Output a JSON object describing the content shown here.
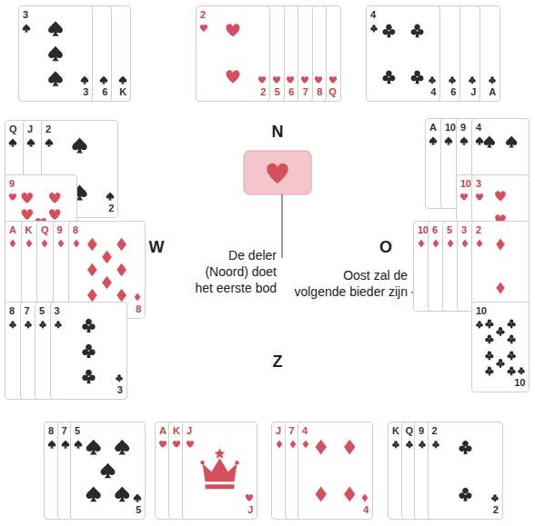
{
  "diagram": {
    "nodes": [
      {
        "text": [
          "3",
          "3"
        ]
      },
      {
        "text": [
          "6"
        ]
      },
      {
        "text": [
          "K"
        ]
      },
      {
        "text": [
          "2",
          "2"
        ]
      },
      {
        "text": [
          "5"
        ]
      },
      {
        "text": [
          "6"
        ]
      },
      {
        "text": [
          "7"
        ]
      },
      {
        "text": [
          "8"
        ]
      },
      {
        "text": [
          "Q"
        ]
      },
      {
        "text": [
          "4",
          "4"
        ]
      },
      {
        "text": [
          "6"
        ]
      },
      {
        "text": [
          "J"
        ]
      },
      {
        "text": [
          "A"
        ]
      },
      {
        "text": [
          "Q"
        ]
      },
      {
        "text": [
          "J"
        ]
      },
      {
        "text": [
          "2",
          "2"
        ]
      },
      {
        "text": [
          "9"
        ]
      },
      {
        "text": [
          "A"
        ]
      },
      {
        "text": [
          "K"
        ]
      },
      {
        "text": [
          "Q"
        ]
      },
      {
        "text": [
          "9"
        ]
      },
      {
        "text": [
          "8",
          "8"
        ]
      },
      {
        "text": [
          "8"
        ]
      },
      {
        "text": [
          "7"
        ]
      },
      {
        "text": [
          "5"
        ]
      },
      {
        "text": [
          "3",
          "3"
        ]
      },
      {
        "text": [
          "A"
        ]
      },
      {
        "text": [
          "10"
        ]
      },
      {
        "text": [
          "9"
        ]
      },
      {
        "text": [
          "4"
        ]
      },
      {
        "text": [
          "10"
        ]
      },
      {
        "text": [
          "3"
        ]
      },
      {
        "text": [
          "10"
        ]
      },
      {
        "text": [
          "6"
        ]
      },
      {
        "text": [
          "5"
        ]
      },
      {
        "text": [
          "3"
        ]
      },
      {
        "text": [
          "2"
        ]
      },
      {
        "text": [
          "10",
          "10"
        ]
      },
      {
        "text": [
          "8"
        ]
      },
      {
        "text": [
          "7"
        ]
      },
      {
        "text": [
          "5",
          "5"
        ]
      },
      {
        "text": [
          "A"
        ]
      },
      {
        "text": [
          "K"
        ]
      },
      {
        "text": [
          "J",
          "J"
        ]
      },
      {
        "text": [
          "J"
        ]
      },
      {
        "text": [
          "7"
        ]
      },
      {
        "text": [
          "4",
          "4"
        ]
      },
      {
        "text": [
          "K"
        ]
      },
      {
        "text": [
          "Q"
        ]
      },
      {
        "text": [
          "9"
        ]
      },
      {
        "text": [
          "2",
          "2"
        ]
      }
    ],
    "labels": [
      "N",
      "W",
      "O",
      "Z",
      "De deler (Noord) doet het eerste bod",
      "Oost zal de volgende bieder zijn"
    ]
  }
}
